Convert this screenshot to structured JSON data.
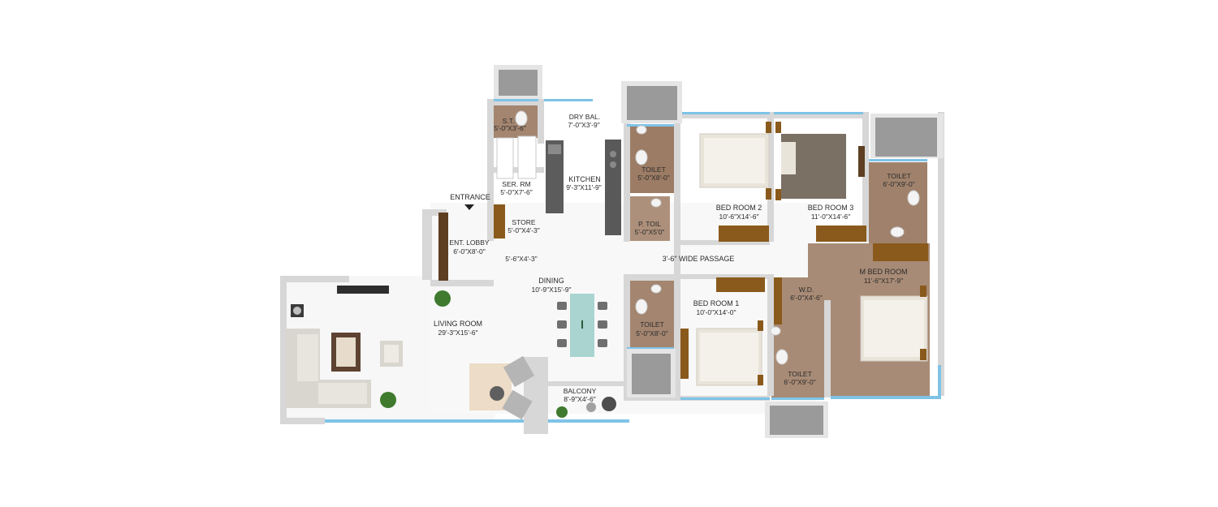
{
  "plan": {
    "rooms": [
      {
        "key": "st",
        "name": "S.T.",
        "size": "5'-0\"X3'-6\""
      },
      {
        "key": "dry_bal",
        "name": "DRY BAL.",
        "size": "7'-0\"X3'-9\""
      },
      {
        "key": "ser_rm",
        "name": "SER. RM",
        "size": "5'-0\"X7'-6\""
      },
      {
        "key": "kitchen",
        "name": "KITCHEN",
        "size": "9'-3\"X11'-9\""
      },
      {
        "key": "toilet_common",
        "name": "TOILET",
        "size": "5'-0\"X8'-0\""
      },
      {
        "key": "p_toil",
        "name": "P. TOIL",
        "size": "5'-0\"X5'0\""
      },
      {
        "key": "store",
        "name": "STORE",
        "size": "5'-0\"X4'-3\""
      },
      {
        "key": "bed2",
        "name": "BED ROOM 2",
        "size": "10'-6\"X14'-6\""
      },
      {
        "key": "bed3",
        "name": "BED ROOM 3",
        "size": "11'-0\"X14'-6\""
      },
      {
        "key": "toilet_bed3",
        "name": "TOILET",
        "size": "6'-0\"X9'-0\""
      },
      {
        "key": "ent_lobby",
        "name": "ENT. LOBBY",
        "size": "6'-0\"X8'-0\""
      },
      {
        "key": "m_bed",
        "name": "M BED ROOM",
        "size": "11'-6\"X17'-9\""
      },
      {
        "key": "dining",
        "name": "DINING",
        "size": "10'-9\"X15'-9\""
      },
      {
        "key": "bed1",
        "name": "BED ROOM 1",
        "size": "10'-0\"X14'-0\""
      },
      {
        "key": "toilet_bed1",
        "name": "TOILET",
        "size": "5'-0\"X8'-0\""
      },
      {
        "key": "wd",
        "name": "W.D.",
        "size": "6'-0\"X4'-6\""
      },
      {
        "key": "living",
        "name": "LIVING ROOM",
        "size": "29'-3\"X15'-6\""
      },
      {
        "key": "toilet_master",
        "name": "TOILET",
        "size": "6'-0\"X9'-0\""
      },
      {
        "key": "balcony",
        "name": "BALCONY",
        "size": "8'-9\"X4'-6\""
      }
    ],
    "entrance": "ENTRANCE",
    "passage": "3'-6\" WIDE PASSAGE",
    "foyer": "5'-6\"X4'-3\"",
    "colors": {
      "wall": "#d7d7d7",
      "wood_floor": "#a38570",
      "glass": "#7ec3e6",
      "duct": "#9a9a9a",
      "fabric": "#ebe6dc",
      "headboard": "#8a5a1c",
      "plant": "#3f7a2e"
    }
  }
}
